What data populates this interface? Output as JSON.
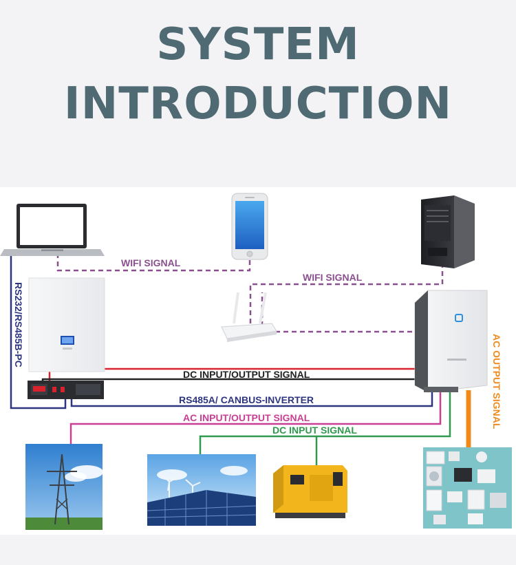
{
  "title": {
    "line1": "SYSTEM",
    "line2": "INTRODUCTION"
  },
  "diagram": {
    "labels": {
      "wifi_laptop_phone": "WIFI SIGNAL",
      "wifi_router_server": "WIFI SIGNAL",
      "rs232": "RS232/RS485B-PC",
      "dc_io": "DC INPUT/OUTPUT SIGNAL",
      "rs485a": "RS485A/ CANBUS-INVERTER",
      "ac_io": "AC INPUT/OUTPUT SIGNAL",
      "dc_input": "DC INPUT SIGNAL",
      "ac_output": "AC OUTPUT SIGNAL"
    },
    "colors": {
      "wifi": "#8a4f8e",
      "rs232": "#2d3580",
      "dc_red": "#d8222e",
      "dc_black": "#222222",
      "rs485": "#2d3580",
      "ac_io": "#c83e94",
      "dc_input": "#2f9a4d",
      "ac_output": "#f08a1c",
      "title": "#4f6a73"
    },
    "icons": [
      "laptop-icon",
      "smartphone-icon",
      "server-tower-icon",
      "wifi-router-icon",
      "battery-wall-icon",
      "battery-rack-icon",
      "inverter-icon",
      "power-grid-icon",
      "solar-wind-icon",
      "diesel-generator-icon",
      "home-appliances-icon"
    ]
  }
}
